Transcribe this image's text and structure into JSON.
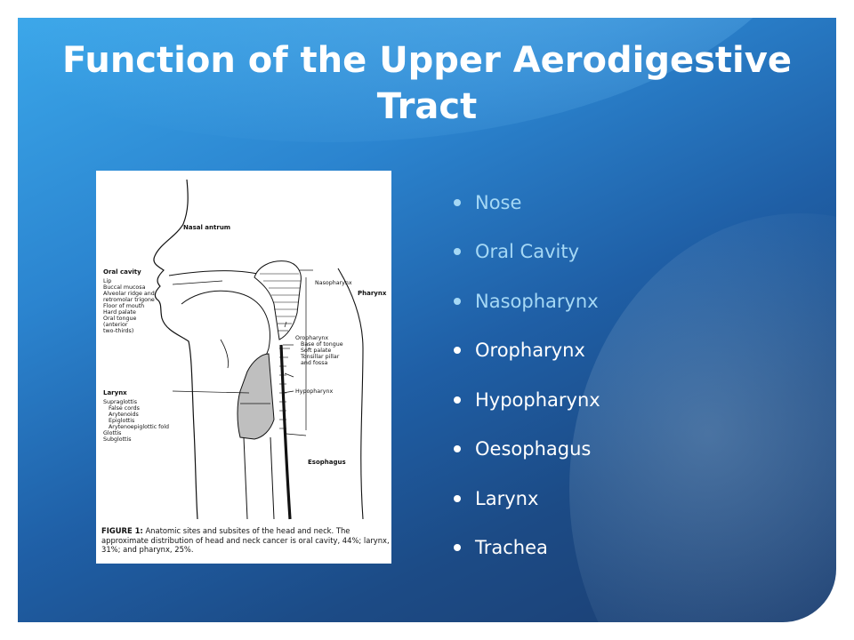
{
  "slide": {
    "title": "Function of the Upper Aerodigestive Tract",
    "bullets": [
      {
        "label": "Nose",
        "style": "muted"
      },
      {
        "label": "Oral Cavity",
        "style": "muted"
      },
      {
        "label": "Nasopharynx",
        "style": "muted"
      },
      {
        "label": "Oropharynx",
        "style": "bright"
      },
      {
        "label": "Hypopharynx",
        "style": "bright"
      },
      {
        "label": "Oesophagus",
        "style": "bright"
      },
      {
        "label": "Larynx",
        "style": "bright"
      },
      {
        "label": "Trachea",
        "style": "bright"
      }
    ]
  },
  "figure": {
    "labels": {
      "nasal_antrum": "Nasal antrum",
      "oral_cavity": "Oral cavity",
      "oral_cavity_sub": [
        "Lip",
        "Buccal mucosa",
        "Alveolar ridge and",
        "retromolar trigone",
        "Floor of mouth",
        "Hard palate",
        "Oral tongue",
        "(anterior",
        "two-thirds)"
      ],
      "nasopharynx": "Nasopharynx",
      "pharynx": "Pharynx",
      "oropharynx": "Oropharynx",
      "oropharynx_sub": [
        "Base of tongue",
        "Soft palate",
        "Tonsillar pillar",
        "and fossa"
      ],
      "hypopharynx": "Hypopharynx",
      "larynx": "Larynx",
      "larynx_sub": [
        "Supraglottis",
        "False cords",
        "Arytenoids",
        "Epiglottis",
        "Arytenoepiglottic fold",
        "Glottis",
        "Subglottis"
      ],
      "esophagus": "Esophagus"
    },
    "caption_head": "FIGURE 1:",
    "caption_body": " Anatomic sites and subsites of the head and neck. The approximate distribution of head and neck cancer is oral cavity, 44%; larynx, 31%; and pharynx, 25%."
  },
  "colors": {
    "bullet_muted": "#a5d8f5",
    "bullet_bright": "#ffffff",
    "title": "#ffffff"
  }
}
